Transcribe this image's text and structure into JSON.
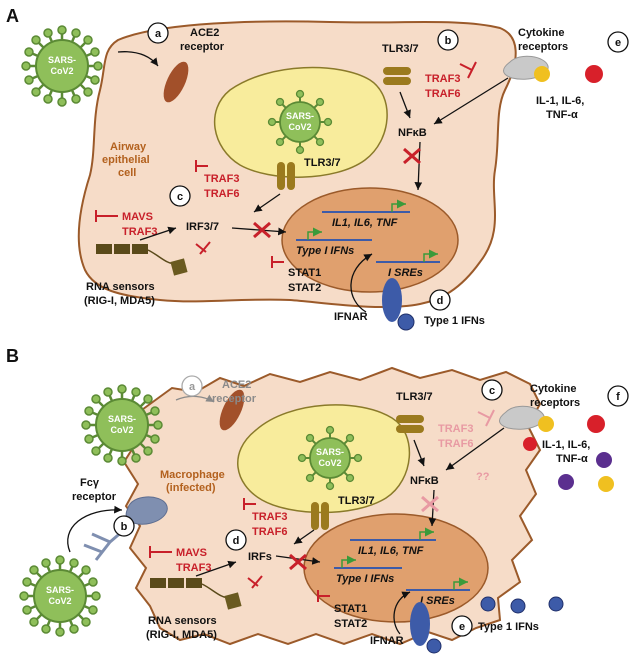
{
  "panelA": {
    "letter": "A",
    "virus": {
      "line1": "SARS-",
      "line2": "CoV2"
    },
    "ace2": {
      "line1": "ACE2",
      "line2": "receptor"
    },
    "cellType": {
      "line1": "Airway",
      "line2": "epithelial",
      "line3": "cell"
    },
    "tlr_top": "TLR3/7",
    "tlr_mid": "TLR3/7",
    "traf3_top": "TRAF3",
    "traf6_top": "TRAF6",
    "traf3_mid": "TRAF3",
    "traf6_mid": "TRAF6",
    "nfkb": "NFκB",
    "cytokineReceptors": {
      "line1": "Cytokine",
      "line2": "receptors"
    },
    "cytokines": {
      "line1": "IL-1, IL-6,",
      "line2": "TNF-α"
    },
    "mavs": "MAVS",
    "traf3_mavs": "TRAF3",
    "irf": "IRF3/7",
    "genes": "IL1, IL6, TNF",
    "typeI": "Type I IFNs",
    "isres": "I SREs",
    "sensors": {
      "line1": "RNA sensors",
      "line2": "(RIG-I, MDA5)"
    },
    "stat1": "STAT1",
    "stat2": "STAT2",
    "ifnar": "IFNAR",
    "type1ifns": "Type 1 IFNs",
    "markers": {
      "a": "a",
      "b": "b",
      "c": "c",
      "d": "d",
      "e": "e"
    }
  },
  "panelB": {
    "letter": "B",
    "virus": {
      "line1": "SARS-",
      "line2": "CoV2"
    },
    "ace2": {
      "line1": "ACE2",
      "line2": "receptor"
    },
    "cellType": {
      "line1": "Macrophage",
      "line2": "(infected)"
    },
    "fcy": {
      "line1": "Fcγ",
      "line2": "receptor"
    },
    "tlr_top": "TLR3/7",
    "tlr_mid": "TLR3/7",
    "traf3_top": "TRAF3",
    "traf6_top": "TRAF6",
    "traf3_mid": "TRAF3",
    "traf6_mid": "TRAF6",
    "nfkb": "NFκB",
    "qq": "??",
    "cytokineReceptors": {
      "line1": "Cytokine",
      "line2": "receptors"
    },
    "cytokines": {
      "line1": "IL-1, IL-6,",
      "line2": "TNF-α"
    },
    "mavs": "MAVS",
    "traf3_mavs": "TRAF3",
    "irf": "IRFs",
    "genes": "IL1, IL6, TNF",
    "typeI": "Type I IFNs",
    "isres": "I SREs",
    "sensors": {
      "line1": "RNA sensors",
      "line2": "(RIG-I, MDA5)"
    },
    "stat1": "STAT1",
    "stat2": "STAT2",
    "ifnar": "IFNAR",
    "type1ifns": "Type 1 IFNs",
    "markers": {
      "a": "a",
      "b": "b",
      "c": "c",
      "d": "d",
      "e": "e",
      "f": "f"
    }
  },
  "colors": {
    "virus": "#8fbf5a",
    "virusDark": "#5b8a35",
    "cell": "#f6dcc8",
    "cellBorder": "#9b5a2a",
    "cytoplasmVesicle": "#f8ec9c",
    "nucleus": "#e0a06e",
    "ace2": "#a2502a",
    "tlr": "#9b7a1e",
    "inhibit": "#c8202a",
    "inhibitFaded": "#e89aa3",
    "ifnar": "#3d5ba8",
    "fcy": "#7f8fb0",
    "cytokineYellow": "#f0c020",
    "cytokineRed": "#d8202a",
    "cytokinePurple": "#5b2f8f"
  }
}
